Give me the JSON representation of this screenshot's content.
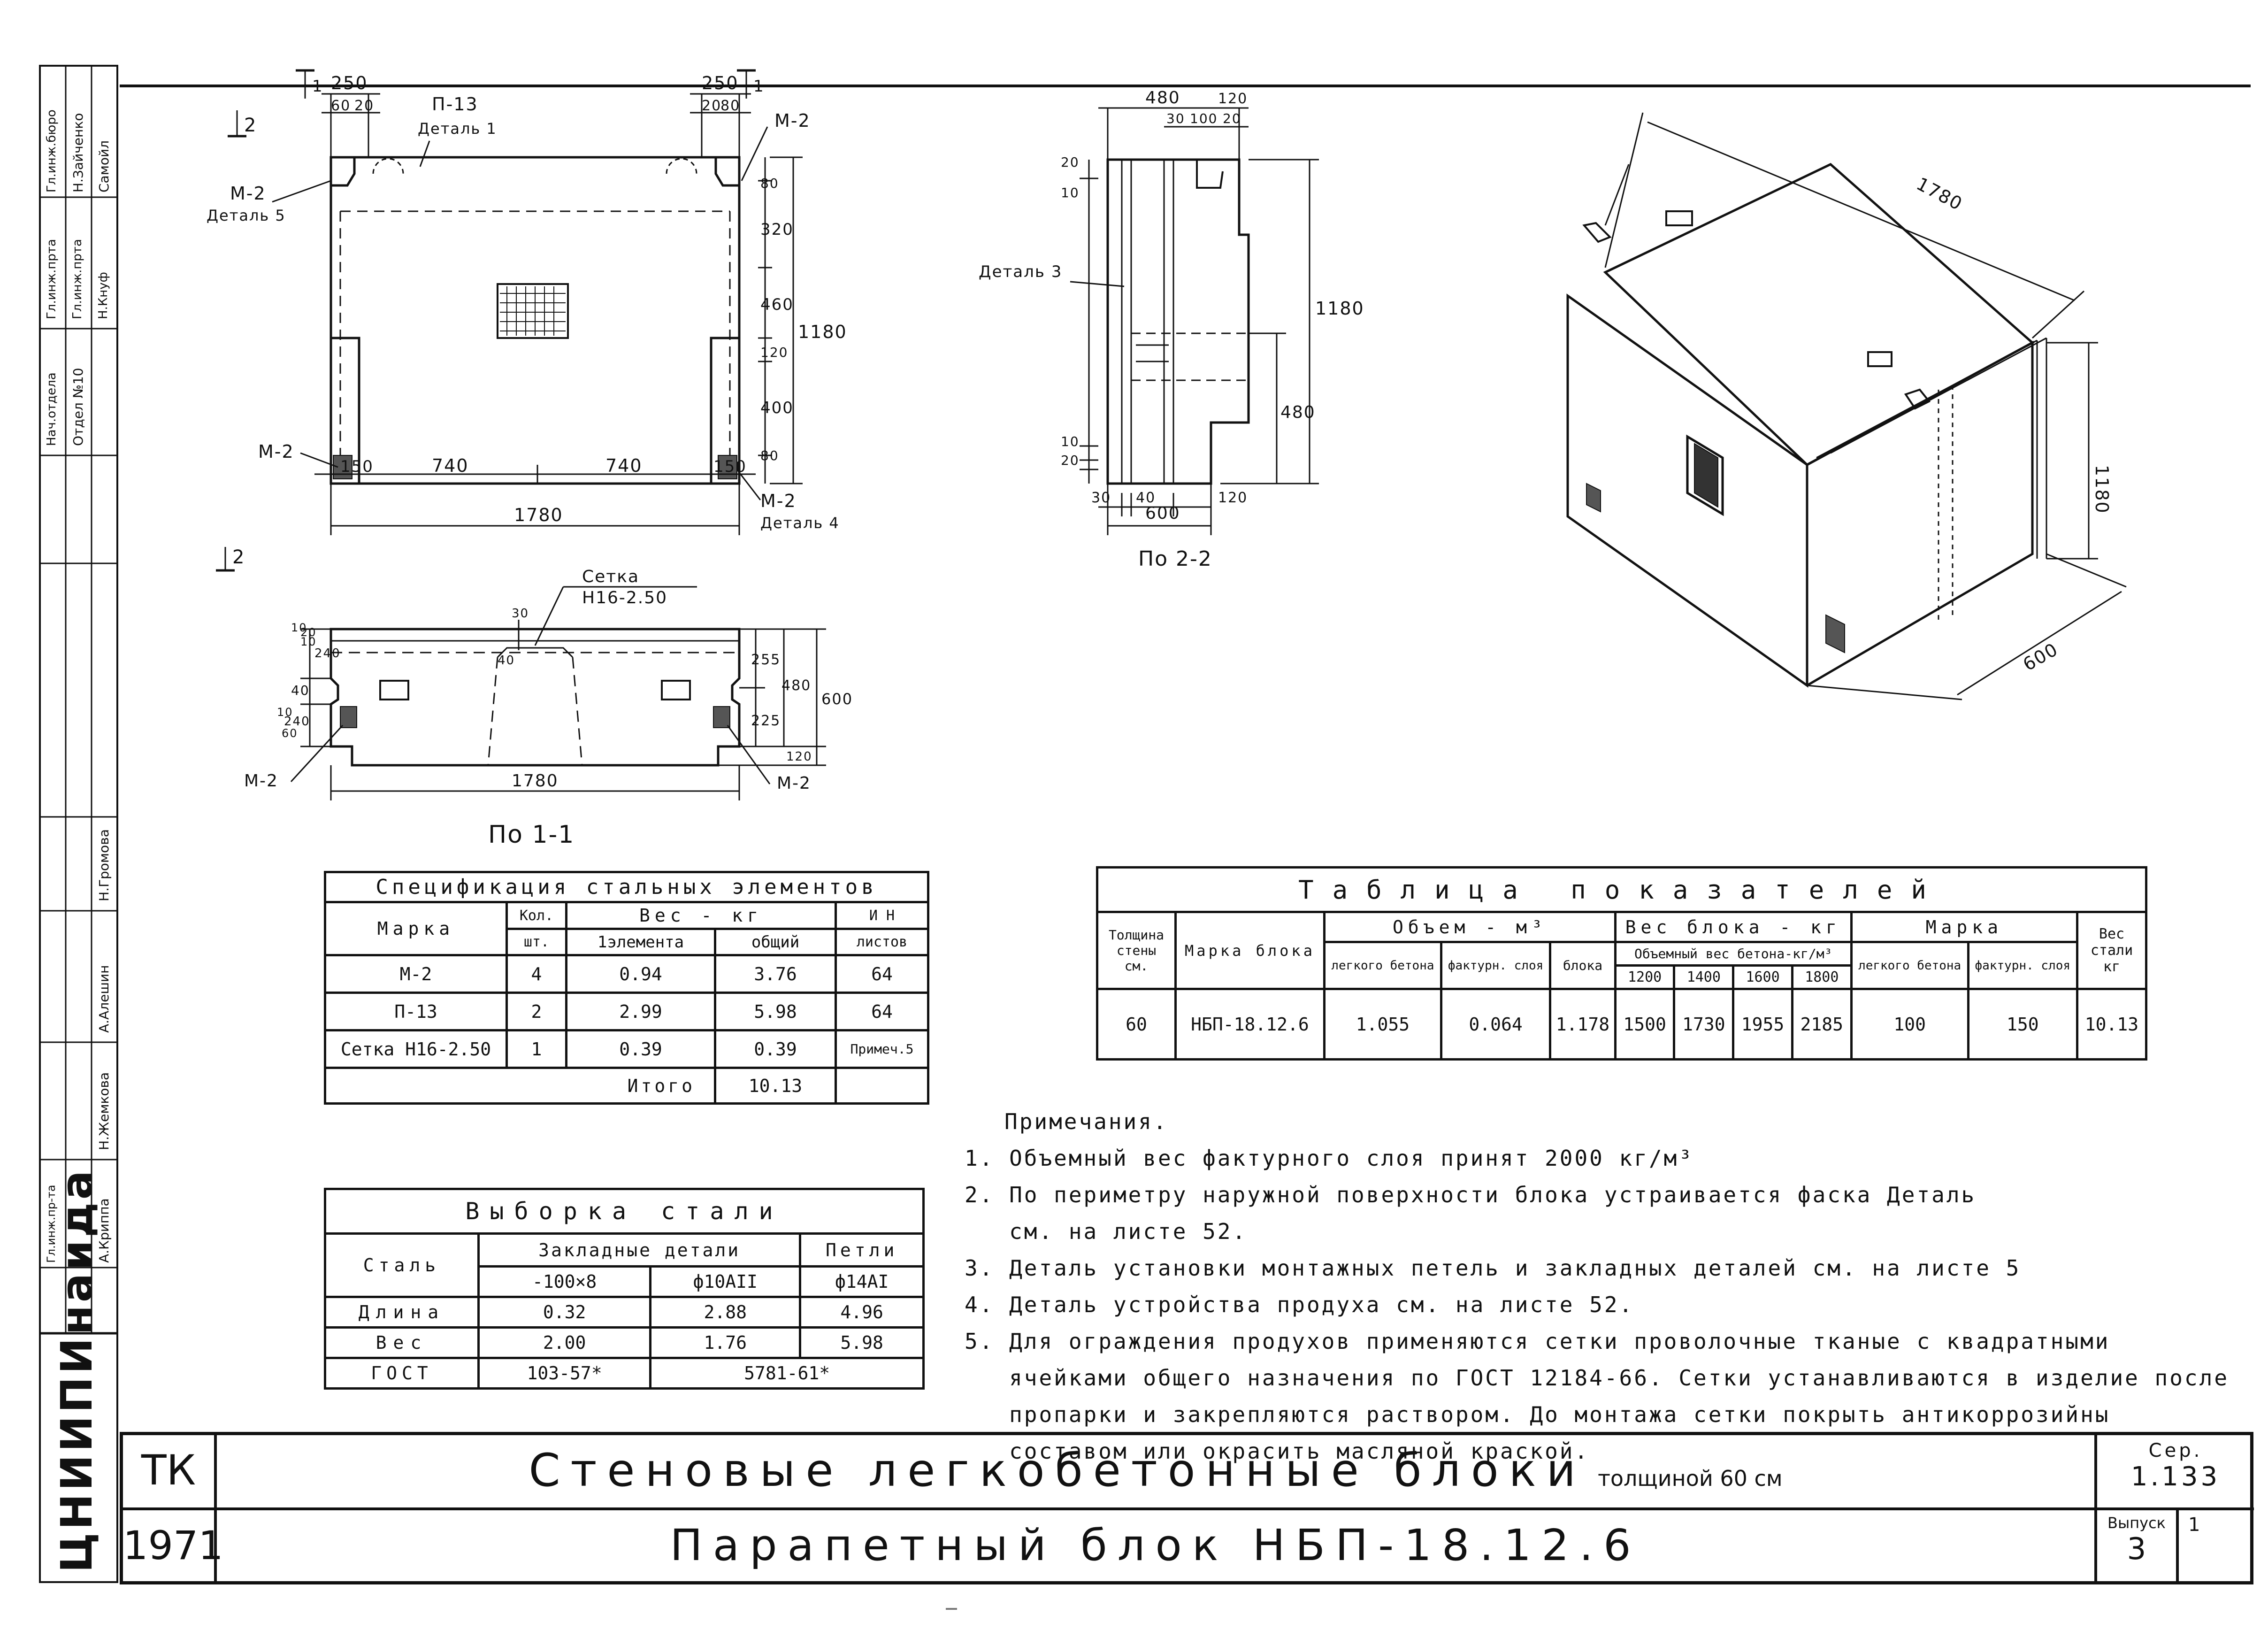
{
  "drawing": {
    "views": {
      "front": {
        "dims_top": [
          "250",
          "60",
          "20",
          "250",
          "20",
          "80"
        ],
        "dims_right": [
          "80",
          "320",
          "460",
          "120",
          "400",
          "80",
          "1180"
        ],
        "dims_bottom": [
          "150",
          "740",
          "740",
          "150",
          "1780"
        ],
        "labels": [
          "П-13",
          "Деталь 1",
          "М-2",
          "М-2",
          "Деталь 5",
          "М-2",
          "М-2",
          "Деталь 4",
          "1",
          "1",
          "2",
          "2"
        ]
      },
      "section_22": {
        "title": "По 2-2",
        "dims_top": [
          "480",
          "120",
          "30",
          "100",
          "20"
        ],
        "dims_left": [
          "10",
          "20",
          "20",
          "10"
        ],
        "dims_right": [
          "1180",
          "480"
        ],
        "dims_bottom": [
          "30",
          "40",
          "120",
          "600"
        ],
        "labels": [
          "Деталь 3"
        ]
      },
      "section_11": {
        "title": "По 1-1",
        "mesh_label": "Сетка",
        "mesh_mark": "Н16-2.50",
        "dims_left": [
          "10",
          "20",
          "10",
          "240",
          "40",
          "10",
          "240",
          "60"
        ],
        "dims_top": [
          "30",
          "40"
        ],
        "dims_right": [
          "255",
          "225",
          "480",
          "600",
          "120"
        ],
        "dims_bottom": [
          "1780"
        ],
        "labels": [
          "М-2",
          "М-2"
        ]
      },
      "iso": {
        "dims": [
          "1780",
          "1180",
          "600"
        ]
      }
    }
  },
  "spec_table": {
    "title": "Спецификация стальных элементов",
    "headers": {
      "mark": "Марка",
      "qty_top": "Кол.",
      "qty_bottom": "шт.",
      "weight": "Вес - кг",
      "weight_el": "1элемента",
      "weight_total": "общий",
      "sheet_top": "И Н",
      "sheet_bottom": "листов"
    },
    "rows": [
      {
        "mark": "М-2",
        "qty": "4",
        "el": "0.94",
        "total": "3.76",
        "sheet": "64"
      },
      {
        "mark": "П-13",
        "qty": "2",
        "el": "2.99",
        "total": "5.98",
        "sheet": "64"
      },
      {
        "mark": "Сетка Н16-2.50",
        "qty": "1",
        "el": "0.39",
        "total": "0.39",
        "sheet": "Примеч.5"
      }
    ],
    "total_label": "Итого",
    "total_value": "10.13"
  },
  "steel_table": {
    "title": "Выборка стали",
    "headers": {
      "steel": "Сталь",
      "embedded": "Закладные детали",
      "loops": "Петли",
      "col1": "-100×8",
      "col2": "ф10АII",
      "col3": "ф14АI"
    },
    "rows": [
      {
        "label": "Длина",
        "c1": "0.32",
        "c2": "2.88",
        "c3": "4.96"
      },
      {
        "label": "Вес",
        "c1": "2.00",
        "c2": "1.76",
        "c3": "5.98"
      }
    ],
    "gost": {
      "label": "ГОСТ",
      "c1": "103-57*",
      "c23": "5781-61*"
    }
  },
  "indicators_table": {
    "title": "Таблица показателей",
    "headers": {
      "thickness": "Толщина стены см.",
      "mark": "Марка блока",
      "volume": "Объем - м³",
      "vol_light": "легкого бетона",
      "vol_facing": "фактурн. слоя",
      "vol_block": "блока",
      "weight": "Вес блока - кг",
      "weight_sub": "Объемный вес бетона-кг/м³",
      "w1200": "1200",
      "w1400": "1400",
      "w1600": "1600",
      "w1800": "1800",
      "grade": "Марка",
      "grade_light": "легкого бетона",
      "grade_facing": "фактурн. слоя",
      "steel": "Вес стали кг"
    },
    "row": {
      "thickness": "60",
      "mark": "НБП-18.12.6",
      "vol_light": "1.055",
      "vol_facing": "0.064",
      "vol_block": "1.178",
      "w1200": "1500",
      "w1400": "1730",
      "w1600": "1955",
      "w1800": "2185",
      "grade_light": "100",
      "grade_facing": "150",
      "steel": "10.13"
    }
  },
  "notes": {
    "title": "Примечания.",
    "lines": [
      "1. Объемный вес фактурного слоя принят 2000 кг/м³",
      "2. По периметру наружной поверхности блока устраивается фаска Деталь",
      "   см. на листе 52.",
      "3. Деталь установки монтажных петель и закладных деталей см. на листе 5",
      "4. Деталь устройства продуха см. на листе 52.",
      "5. Для ограждения продухов применяются сетки проволочные тканые с квадратными",
      "   ячейками общего назначения по ГОСТ 12184-66. Сетки устанавливаются в изделие после",
      "   пропарки и закрепляются раствором. До монтажа сетки покрыть антикоррозийны",
      "   составом или окрасить масляной краской."
    ]
  },
  "title_block": {
    "org": "ТК",
    "year": "1971",
    "title_main": "Стеновые легкобетонные блоки",
    "title_suffix": "толщиной 60 см",
    "title_sub": "Парапетный блок НБП-18.12.6",
    "series_label": "Сер.",
    "series_value": "1.133",
    "issue_label": "Выпуск",
    "issue_value": "3",
    "sheet_value": "1"
  },
  "side_strip": {
    "institute": "ЦНИИПИнаида",
    "cells": [
      "Гл.инж.бюро",
      "Н.Зайченко",
      "Самойл",
      "Гл.инж.прта",
      "Гл.инж.прта",
      "Н.Кнуф",
      "Нач.отдела",
      "Отдел №10",
      "Н.Громова",
      "А.Алешин",
      "Н.Жемкова",
      "Гл.инж.пр-та",
      "А.Криппа"
    ]
  }
}
